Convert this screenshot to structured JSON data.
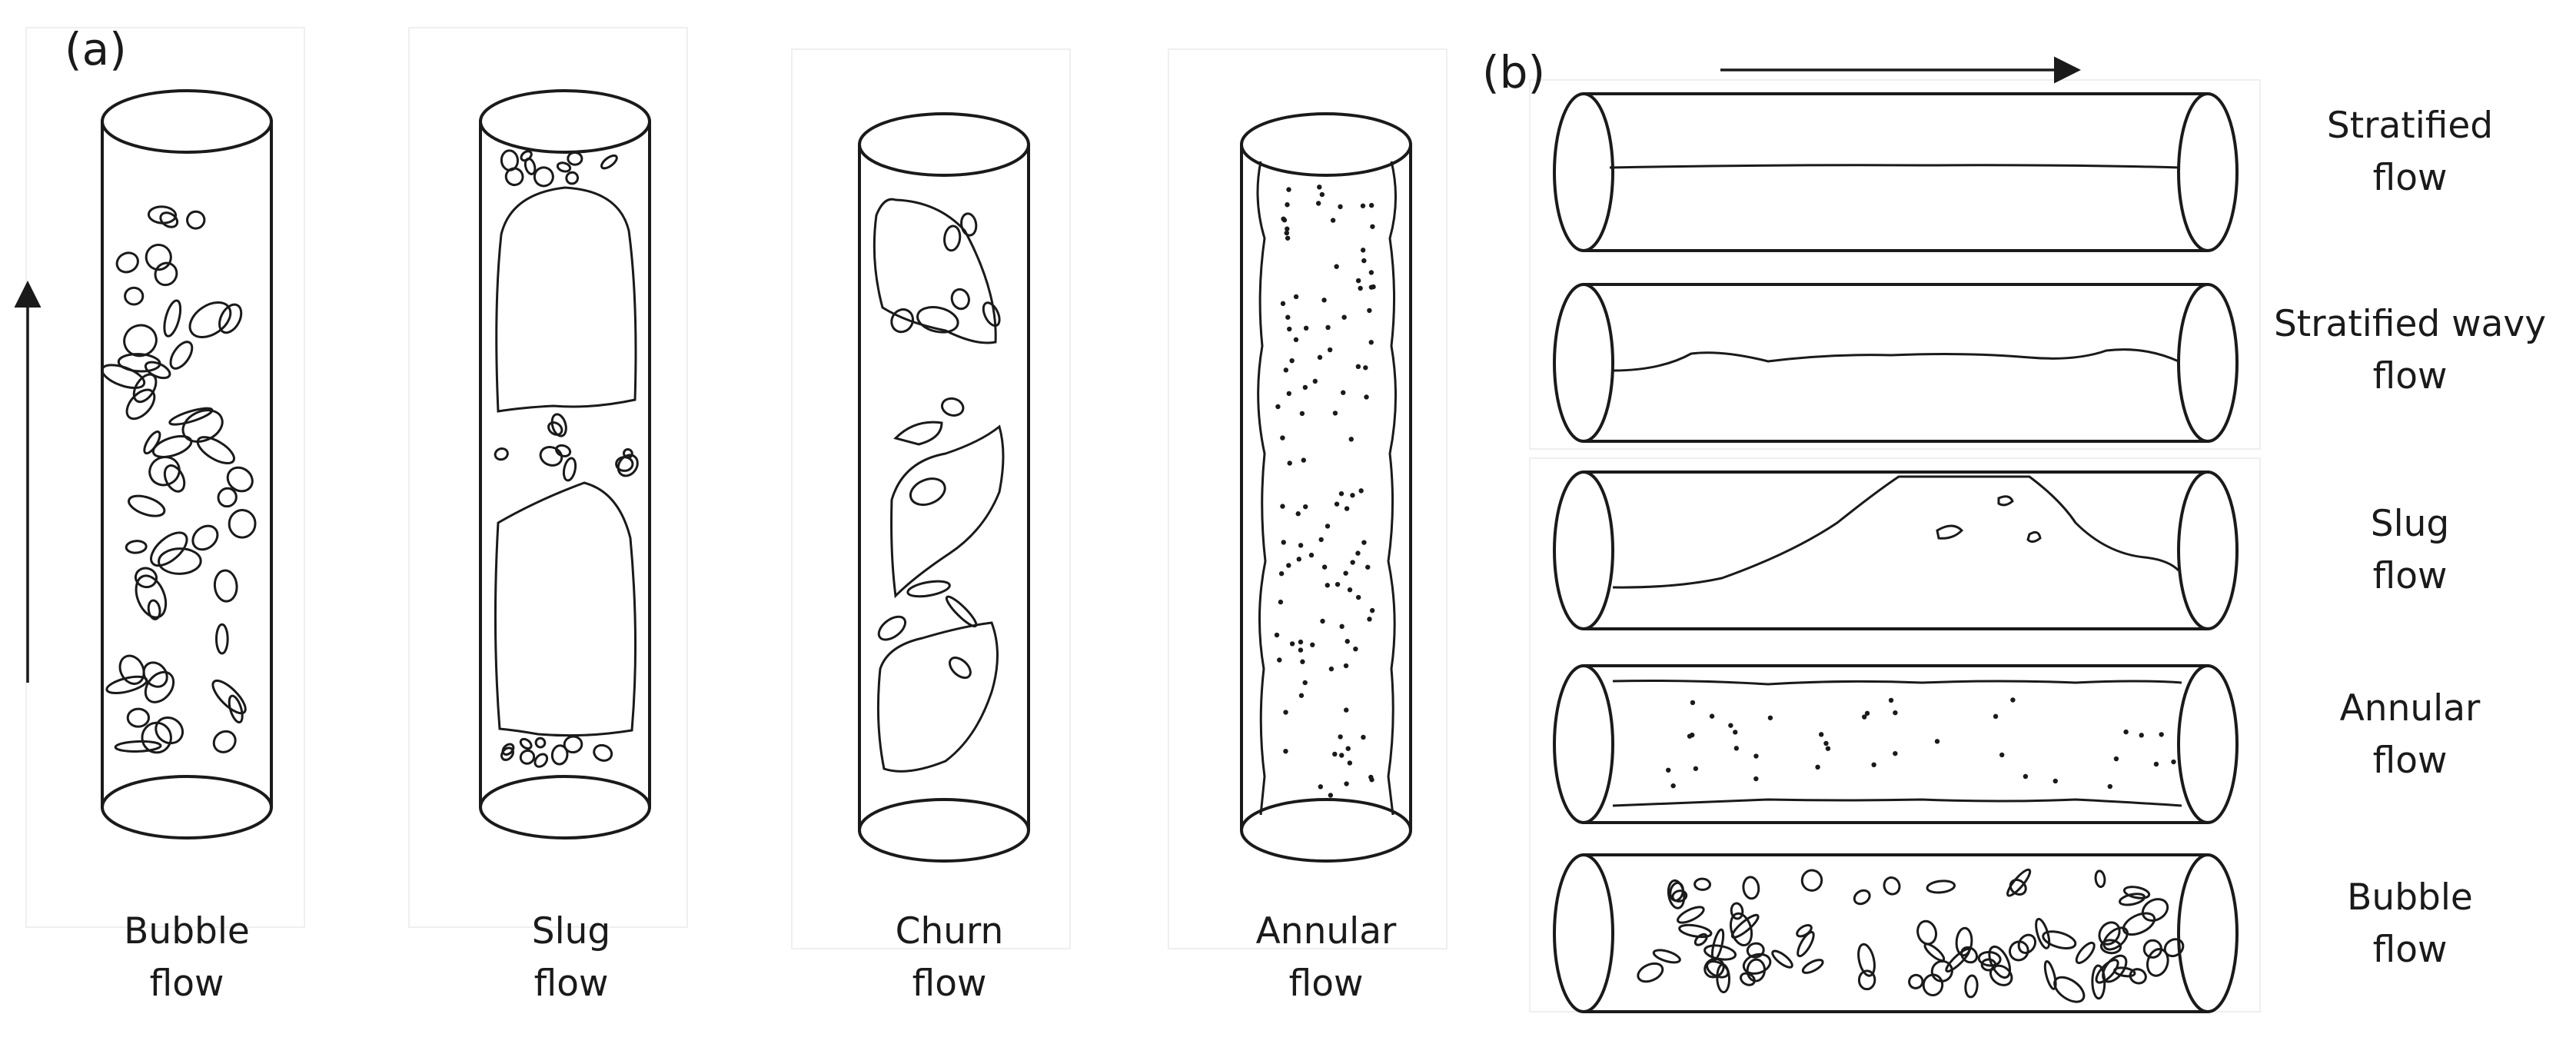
{
  "panel_a": {
    "label": "(a)",
    "regimes": [
      {
        "line1": "Bubble",
        "line2": "flow"
      },
      {
        "line1": "Slug",
        "line2": "flow"
      },
      {
        "line1": "Churn",
        "line2": "flow"
      },
      {
        "line1": "Annular",
        "line2": "flow"
      }
    ]
  },
  "panel_b": {
    "label": "(b)",
    "regimes": [
      {
        "line1": "Stratified",
        "line2": "flow"
      },
      {
        "line1": "Stratified wavy",
        "line2": "flow"
      },
      {
        "line1": "Slug",
        "line2": "flow"
      },
      {
        "line1": "Annular",
        "line2": "flow"
      },
      {
        "line1": "Bubble",
        "line2": "flow"
      }
    ]
  },
  "colors": {
    "stroke": "#1a1a1a",
    "panel_bg": "#ffffff",
    "panel_border": "#eeeeee"
  }
}
